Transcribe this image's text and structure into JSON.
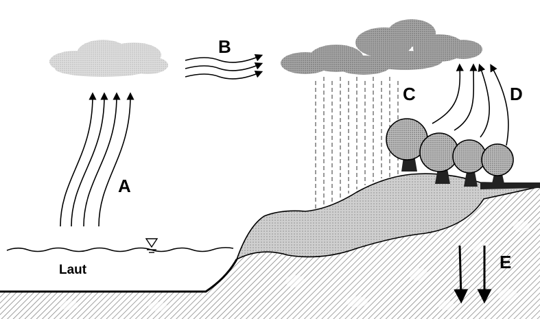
{
  "labels": {
    "A": "A",
    "B": "B",
    "C": "C",
    "D": "D",
    "E": "E",
    "sea": "Laut"
  },
  "colors": {
    "ink": "#000000",
    "cloud": "#9a9a9a",
    "cloud_light": "#d6d6d6",
    "hill": "#c9c9c9",
    "hatch": "#7a7a7a",
    "foliage": "#b8b8b8"
  }
}
